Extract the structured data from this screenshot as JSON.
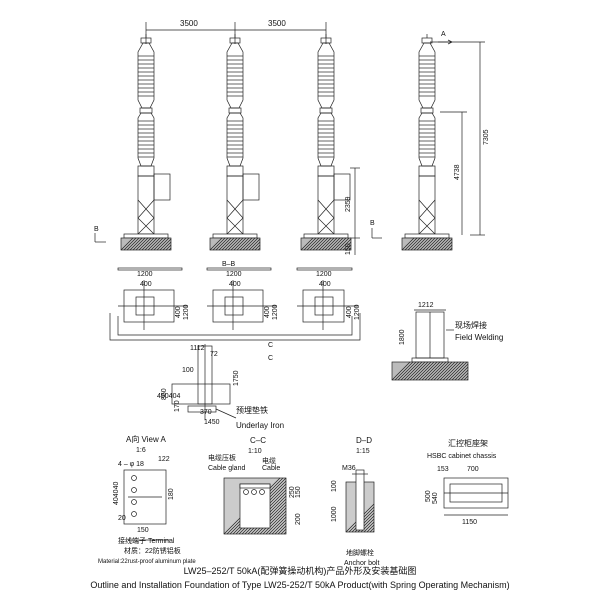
{
  "top": {
    "spacing_left": "3500",
    "spacing_right": "3500",
    "section_b_left": "B",
    "section_b_right": "B",
    "view_a_marker": "A",
    "dim_7305": "7305",
    "dim_4738": "4738",
    "dim_2359": "2359",
    "dim_150": "150"
  },
  "plan": {
    "section_bb": "B–B",
    "dim_1200": "1200",
    "dim_400": "400",
    "dim_1112": "1112",
    "dim_72": "72",
    "section_c": "C",
    "dim_1750": "1750",
    "dim_100": "100",
    "dim_400404": "400404",
    "dim_860": "860",
    "dim_170": "170",
    "dim_370": "370",
    "dim_1450": "1450",
    "embedded_iron_cn": "预埋垫铁",
    "embedded_iron_en": "Underlay Iron"
  },
  "cabinet": {
    "dim_1212": "1212",
    "dim_1800": "1800",
    "label_cn": "现场焊接",
    "label_en": "Field Welding"
  },
  "view_a": {
    "title": "A向 View A",
    "scale": "1:6",
    "holes": "4 – φ 18",
    "dim_122": "122",
    "dim_404040": "404040",
    "dim_180": "180",
    "dim_20": "20",
    "dim_150": "150",
    "terminal": "接线端子 Terminal",
    "material_cn": "材质：22防锈铝板",
    "material_en": "Material:22rust-proof aluminum plate"
  },
  "section_cc": {
    "title": "C–C",
    "scale": "1:10",
    "cable_gland_cn": "电缆压板",
    "cable_gland_en": "Cable gland",
    "cable_cn": "电缆",
    "cable_en": "Cable",
    "dim_250": "250",
    "dim_150": "150",
    "dim_200": "200"
  },
  "section_dd": {
    "title": "D–D",
    "scale": "1:15",
    "bolt_size": "M36",
    "dim_100": "100",
    "dim_1000": "1000",
    "anchor_cn": "地脚螺栓",
    "anchor_en": "Anchor bolt"
  },
  "chassis": {
    "label_cn": "汇控柜座架",
    "label_en": "HSBC cabinet chassis",
    "dim_153": "153",
    "dim_700": "700",
    "dim_500": "500",
    "dim_540": "540",
    "dim_1150": "1150"
  },
  "captions": {
    "line1": "LW25–252/T 50kA(配弹簧操动机构)产品外形及安装基础图",
    "line2": "Outline and Installation Foundation of Type LW25-252/T 50kA Product(with Spring Operating Mechanism)"
  }
}
